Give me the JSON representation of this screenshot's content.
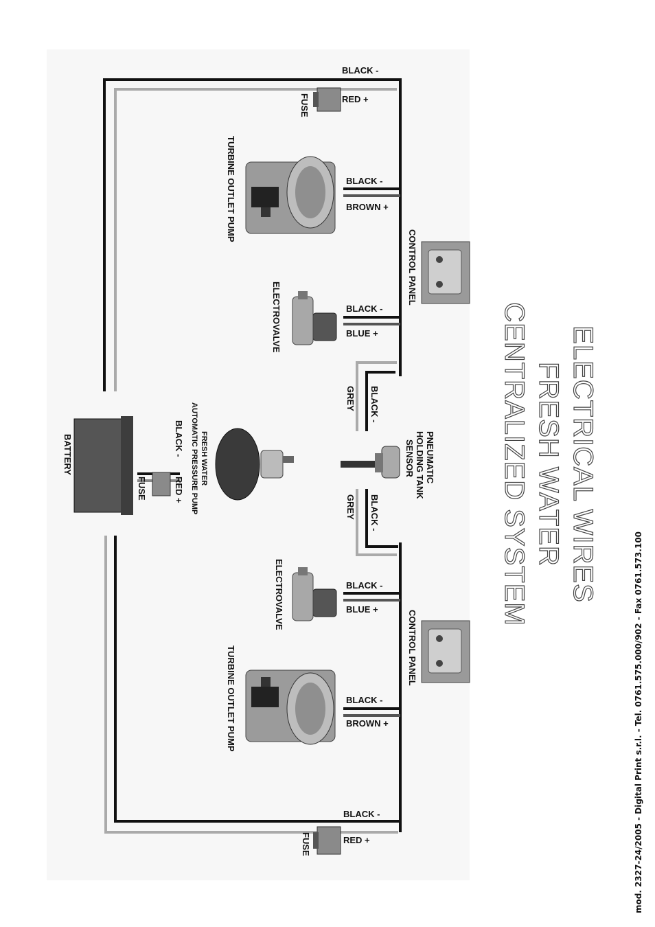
{
  "title": {
    "line1": "ELECTRICAL WIRES",
    "line2": "FRESH WATER",
    "line3": "CENTRALIZED SYSTEM"
  },
  "footer": "mod. 2327-24/2005 - Digital Print s.r.l. - Tel. 0761.575.000/902 - Fax 0761.573.100",
  "wires": {
    "black_neg": "BLACK -",
    "red_pos": "RED +",
    "brown_pos": "BROWN +",
    "blue_pos": "BLUE +",
    "grey": "GREY"
  },
  "components": {
    "fuse": "FUSE",
    "turbine_pump": "TURBINE OUTLET PUMP",
    "control_panel": "CONTROL PANEL",
    "electrovalve": "ELECTROVALVE",
    "sensor_line1": "PNEUMATIC",
    "sensor_line2": "HOLDING TANK",
    "sensor_line3": "SENSOR",
    "pressure_pump_line1": "FRESH WATER",
    "pressure_pump_line2": "AUTOMATIC PRESSURE PUMP",
    "battery": "BATTERY"
  }
}
